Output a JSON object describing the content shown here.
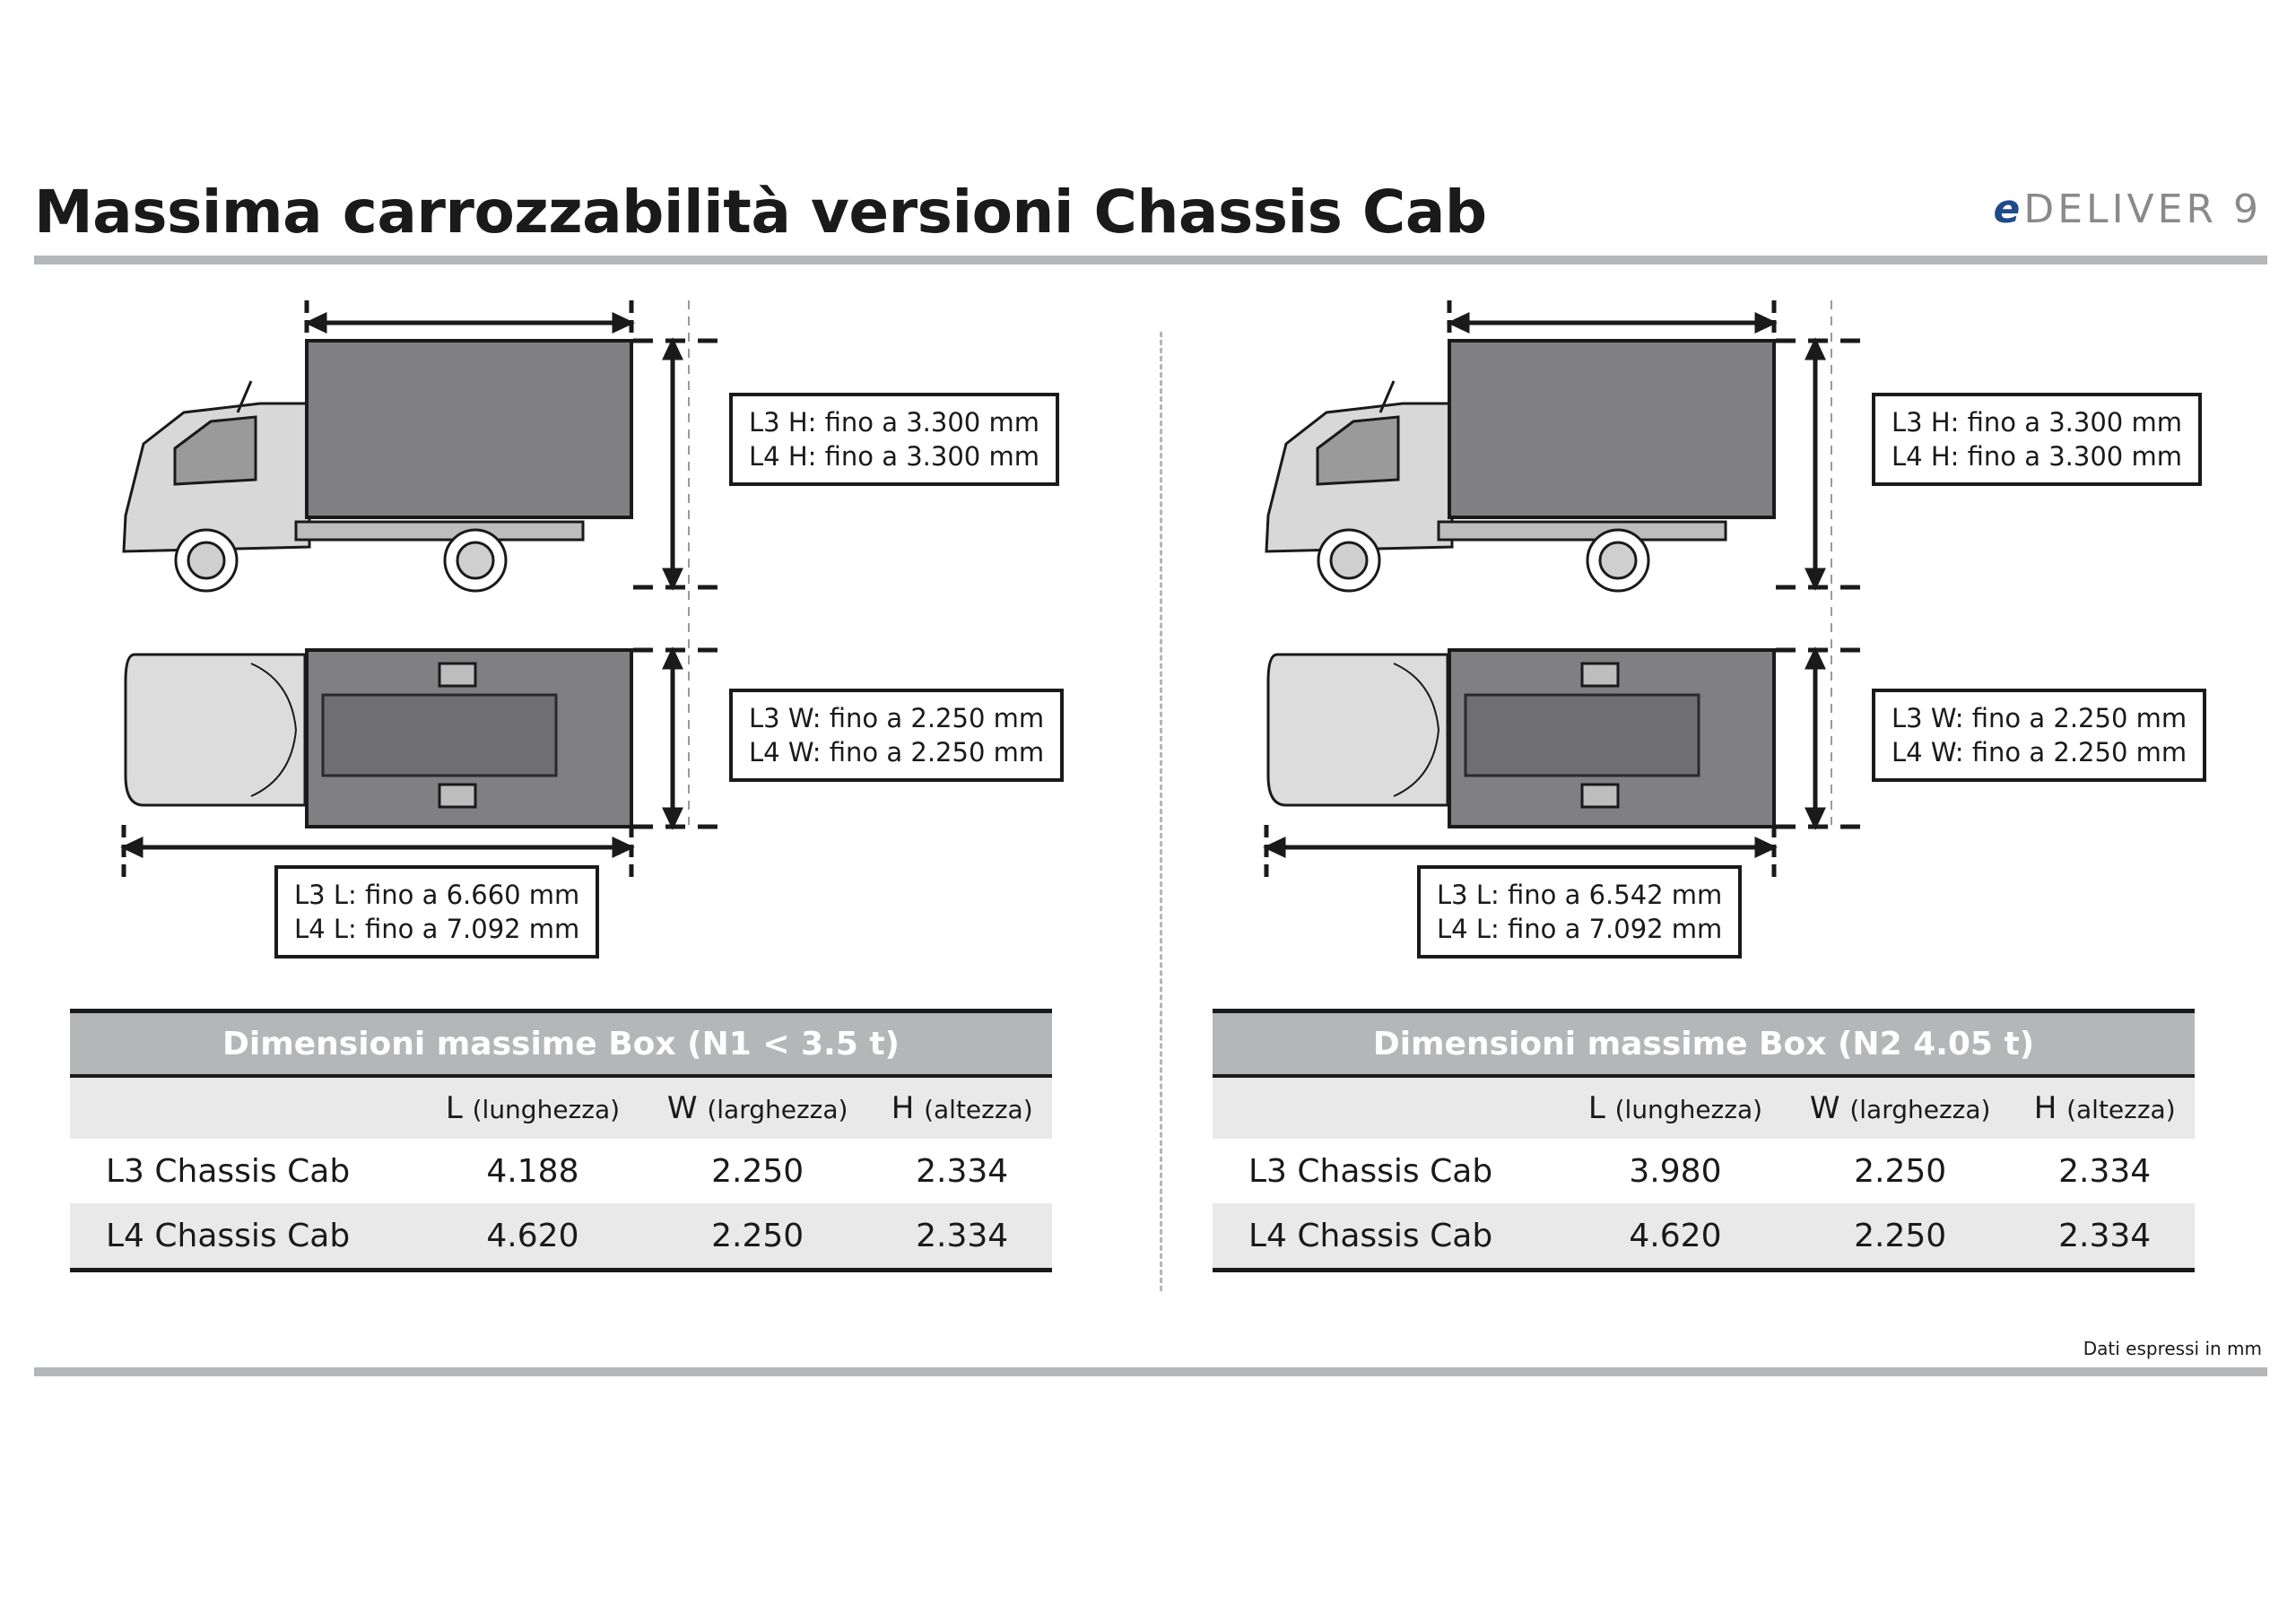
{
  "page": {
    "title": "Massima carrozzabilità versioni Chassis Cab",
    "logo_text": "eDELIVER 9",
    "footnote": "Dati espressi in mm"
  },
  "panels": [
    {
      "height_dims": [
        "L3 H: fino a 3.300 mm",
        "L4 H: fino a 3.300 mm"
      ],
      "width_dims": [
        "L3 W: fino a 2.250 mm",
        "L4 W: fino a 2.250 mm"
      ],
      "length_dims": [
        "L3 L: fino a 6.660 mm",
        "L4 L: fino a 7.092 mm"
      ],
      "table": {
        "caption": "Dimensioni massime Box (N1 < 3.5 t)",
        "columns": [
          {
            "letter": "L",
            "label": "(lunghezza)"
          },
          {
            "letter": "W",
            "label": "(larghezza)"
          },
          {
            "letter": "H",
            "label": "(altezza)"
          }
        ],
        "rows": [
          {
            "label": "L3 Chassis Cab",
            "values": [
              "4.188",
              "2.250",
              "2.334"
            ]
          },
          {
            "label": "L4 Chassis Cab",
            "values": [
              "4.620",
              "2.250",
              "2.334"
            ]
          }
        ]
      }
    },
    {
      "height_dims": [
        "L3 H: fino a 3.300 mm",
        "L4 H: fino a 3.300 mm"
      ],
      "width_dims": [
        "L3 W: fino a 2.250 mm",
        "L4 W: fino a 2.250 mm"
      ],
      "length_dims": [
        "L3 L: fino a 6.542 mm",
        "L4 L: fino a 7.092 mm"
      ],
      "table": {
        "caption": "Dimensioni massime Box (N2 4.05 t)",
        "columns": [
          {
            "letter": "L",
            "label": "(lunghezza)"
          },
          {
            "letter": "W",
            "label": "(larghezza)"
          },
          {
            "letter": "H",
            "label": "(altezza)"
          }
        ],
        "rows": [
          {
            "label": "L3 Chassis Cab",
            "values": [
              "3.980",
              "2.250",
              "2.334"
            ]
          },
          {
            "label": "L4 Chassis Cab",
            "values": [
              "4.620",
              "2.250",
              "2.334"
            ]
          }
        ]
      }
    }
  ]
}
